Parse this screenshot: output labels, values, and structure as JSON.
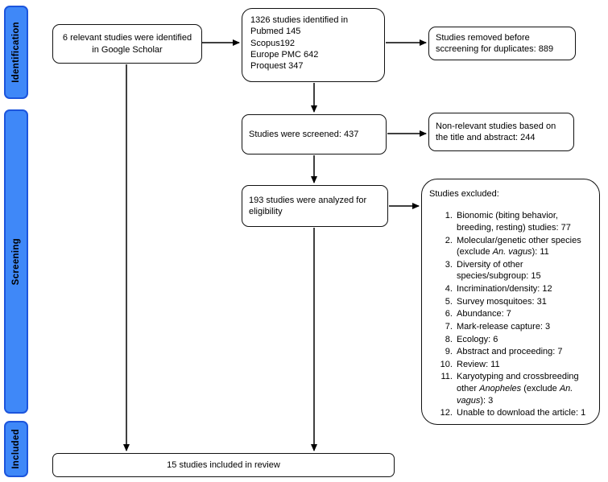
{
  "figure": {
    "type": "prisma-flow-diagram",
    "colors": {
      "stage_fill": "#3f88f8",
      "stage_border": "#1c55dd",
      "box_border": "#111111",
      "arrow": "#000000",
      "background": "#ffffff"
    }
  },
  "stages": {
    "identification": "Identification",
    "screening": "Screening",
    "included": "Included"
  },
  "boxes": {
    "google_scholar": "6 relevant studies were identified in Google Scholar",
    "databases": {
      "lines": [
        "1326 studies identified in",
        "Pubmed 145",
        "Scopus192",
        "Europe PMC 642",
        "Proquest 347"
      ]
    },
    "removed_duplicates": "Studies removed before sccreening for duplicates: 889",
    "screened": "Studies were screened: 437",
    "nonrelevant": "Non-relevant studies based on the title and abstract: 244",
    "eligibility": "193 studies were analyzed for eligibility",
    "included": "15 studies included in review"
  },
  "exclusions": {
    "title": "Studies excluded:",
    "items": [
      {
        "text": "Bionomic (biting behavior, breeding, resting) studies: 77"
      },
      {
        "pre": "Molecular/genetic other species (exclude ",
        "italic": "An. vagus",
        "post": "): 11"
      },
      {
        "text": "Diversity of other species/subgroup: 15"
      },
      {
        "text": "Incrimination/density: 12"
      },
      {
        "text": "Survey mosquitoes: 31"
      },
      {
        "text": "Abundance: 7"
      },
      {
        "text": "Mark-release capture: 3"
      },
      {
        "text": "Ecology: 6"
      },
      {
        "text": "Abstract and proceeding: 7"
      },
      {
        "text": "Review: 11"
      },
      {
        "pre": "Karyotyping and crossbreeding other ",
        "italic1": "Anopheles",
        "mid": " (exclude ",
        "italic2": "An. vagus",
        "post": "): 3"
      },
      {
        "text": "Unable to download the article: 1"
      }
    ]
  }
}
